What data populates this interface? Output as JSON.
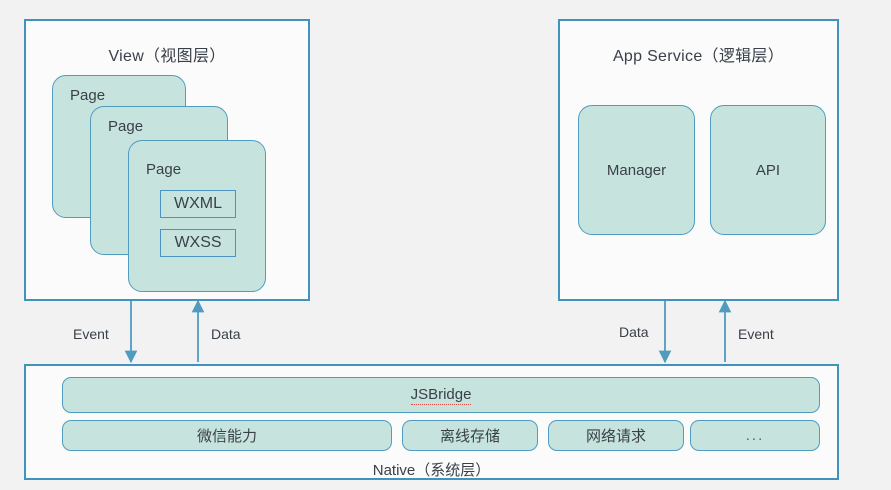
{
  "diagram": {
    "title": "WeChat Mini Program Architecture",
    "background_color": "#f2f2f2",
    "accent_color": "#3f93bd",
    "block_fill_color": "#c6e4dd",
    "block_border_color": "#4f9cc0",
    "spellcheck_underline_color": "#d24a43"
  },
  "view_layer": {
    "title": "View（视图层）",
    "pages": [
      {
        "label": "Page"
      },
      {
        "label": "Page"
      },
      {
        "label": "Page"
      }
    ],
    "page_contents": [
      {
        "label": "WXML"
      },
      {
        "label": "WXSS"
      }
    ]
  },
  "service_layer": {
    "title": "App Service（逻辑层）",
    "modules": [
      {
        "label": "Manager"
      },
      {
        "label": "API"
      }
    ]
  },
  "native_layer": {
    "title": "Native（系统层）",
    "bridge": {
      "label": "JSBridge",
      "misspelled": true
    },
    "capabilities": [
      {
        "label": "微信能力"
      },
      {
        "label": "离线存储"
      },
      {
        "label": "网络请求"
      },
      {
        "label": "..."
      }
    ]
  },
  "connectors": [
    {
      "label": "Event",
      "direction": "down",
      "from": "view_layer",
      "to": "native_layer"
    },
    {
      "label": "Data",
      "direction": "up",
      "from": "native_layer",
      "to": "view_layer"
    },
    {
      "label": "Data",
      "direction": "down",
      "from": "service_layer",
      "to": "native_layer"
    },
    {
      "label": "Event",
      "direction": "up",
      "from": "native_layer",
      "to": "service_layer"
    }
  ]
}
